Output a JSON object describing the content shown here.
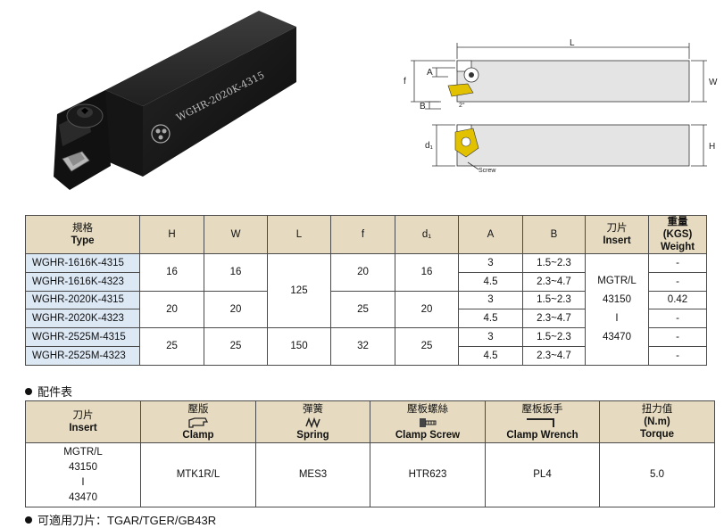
{
  "product": {
    "body_marking": "WGHR-2020K-4315"
  },
  "drawing": {
    "labels": {
      "L": "L",
      "W": "W",
      "H": "H",
      "A": "A",
      "B": "B",
      "f": "f",
      "d1": "d₁",
      "angle": "2°",
      "screw": "Screw"
    }
  },
  "spec_table": {
    "headers": {
      "type_zh": "規格",
      "type_en": "Type",
      "H": "H",
      "W": "W",
      "L": "L",
      "f": "f",
      "d1": "d₁",
      "A": "A",
      "B": "B",
      "insert_zh": "刀片",
      "insert_en": "Insert",
      "weight_zh": "重量",
      "weight_unit": "(KGS)",
      "weight_en": "Weight"
    },
    "rows": [
      {
        "type": "WGHR-1616K-4315",
        "A": "3",
        "B": "1.5~2.3",
        "weight": "-"
      },
      {
        "type": "WGHR-1616K-4323",
        "A": "4.5",
        "B": "2.3~4.7",
        "weight": "-"
      },
      {
        "type": "WGHR-2020K-4315",
        "A": "3",
        "B": "1.5~2.3",
        "weight": "0.42"
      },
      {
        "type": "WGHR-2020K-4323",
        "A": "4.5",
        "B": "2.3~4.7",
        "weight": "-"
      },
      {
        "type": "WGHR-2525M-4315",
        "A": "3",
        "B": "1.5~2.3",
        "weight": "-"
      },
      {
        "type": "WGHR-2525M-4323",
        "A": "4.5",
        "B": "2.3~4.7",
        "weight": "-"
      }
    ],
    "groups": [
      {
        "H": "16",
        "W": "16",
        "f": "20",
        "d1": "16"
      },
      {
        "H": "20",
        "W": "20",
        "f": "25",
        "d1": "20"
      },
      {
        "H": "25",
        "W": "25",
        "f": "32",
        "d1": "25"
      }
    ],
    "L_groups": [
      "125",
      "150"
    ],
    "insert_lines": [
      "MGTR/L",
      "43150",
      "I",
      "43470"
    ]
  },
  "accessories": {
    "section_label": "配件表",
    "headers": [
      {
        "zh": "刀片",
        "en": "Insert",
        "icon": ""
      },
      {
        "zh": "壓版",
        "en": "Clamp",
        "icon": "clamp-icon"
      },
      {
        "zh": "彈簧",
        "en": "Spring",
        "icon": "spring-icon"
      },
      {
        "zh": "壓板螺絲",
        "en": "Clamp Screw",
        "icon": "screw-icon"
      },
      {
        "zh": "壓板扳手",
        "en": "Clamp Wrench",
        "icon": "wrench-icon"
      },
      {
        "zh": "扭力值",
        "en": "(N.m)",
        "en2": "Torque",
        "icon": ""
      }
    ],
    "row": {
      "insert_lines": [
        "MGTR/L",
        "43150",
        "I",
        "43470"
      ],
      "clamp": "MTK1R/L",
      "spring": "MES3",
      "clamp_screw": "HTR623",
      "clamp_wrench": "PL4",
      "torque": "5.0"
    }
  },
  "footer": {
    "applicable_label": "可適用刀片：TGAR/TGER/GB43R"
  },
  "colors": {
    "header_bg": "#e6dbc1",
    "type_col_bg": "#dde8f5",
    "tool_body": "#1c1c1c",
    "insert_gold": "#e2c200"
  }
}
